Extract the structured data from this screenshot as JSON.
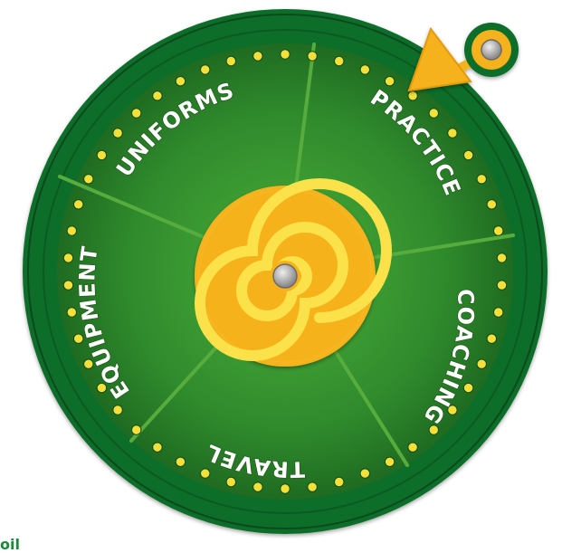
{
  "wheel": {
    "segments": [
      "UNIFORMS",
      "PRACTICE",
      "COACHING",
      "TRAVEL",
      "EQUIPMENT"
    ],
    "colors": {
      "rim_outer": "#116e2a",
      "rim_line": "#0c4a1d",
      "face_center": "#4caf3a",
      "face_edge": "#1f6b21",
      "divider": "#56ad3e",
      "bulb": "#f5e03a",
      "hub_outer": "#f6b21b",
      "hub_inner": "#fbe24a",
      "pointer": "#f5b21a",
      "pin": "#a8a8a8",
      "cropped_text": "#1a8a3c"
    },
    "icons": {
      "pointer": "arrow-pointer-icon",
      "hub": "spiral-hub-icon",
      "pin": "pin-icon"
    }
  },
  "cropped_text": "oil"
}
